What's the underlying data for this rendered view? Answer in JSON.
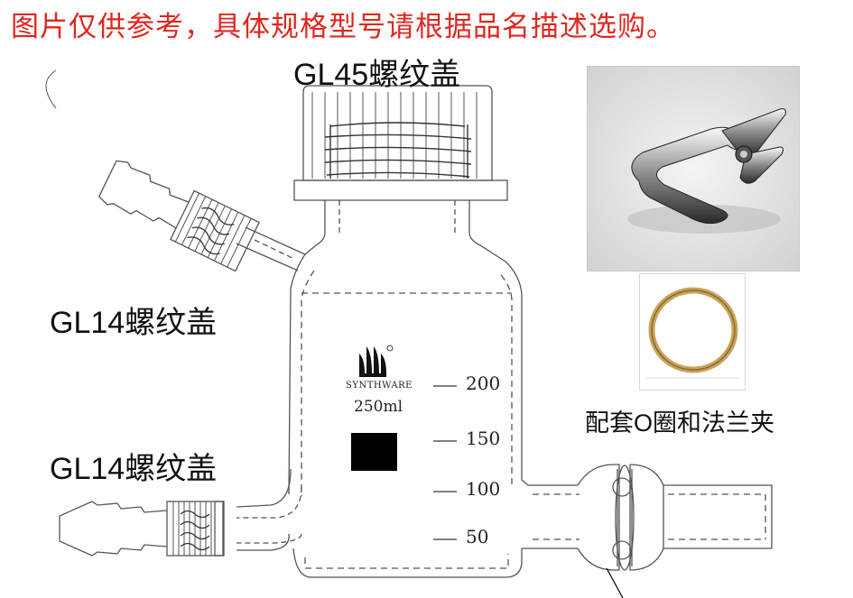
{
  "notice": "图片仅供参考，具体规格型号请根据品名描述选购。",
  "labels": {
    "top_cap": "GL45螺纹盖",
    "side_cap_upper": "GL14螺纹盖",
    "side_cap_lower": "GL14螺纹盖",
    "accessory": "配套O圈和法兰夹"
  },
  "bottle": {
    "brand": "SYNTHWARE",
    "volume": "250ml",
    "graduations": [
      "200",
      "150",
      "100",
      "50"
    ]
  },
  "colors": {
    "notice": "#e0261f",
    "outline": "#555555",
    "text": "#111111"
  },
  "icons": [
    "tulip-logo-icon",
    "spring-clamp-photo",
    "o-ring-photo"
  ]
}
